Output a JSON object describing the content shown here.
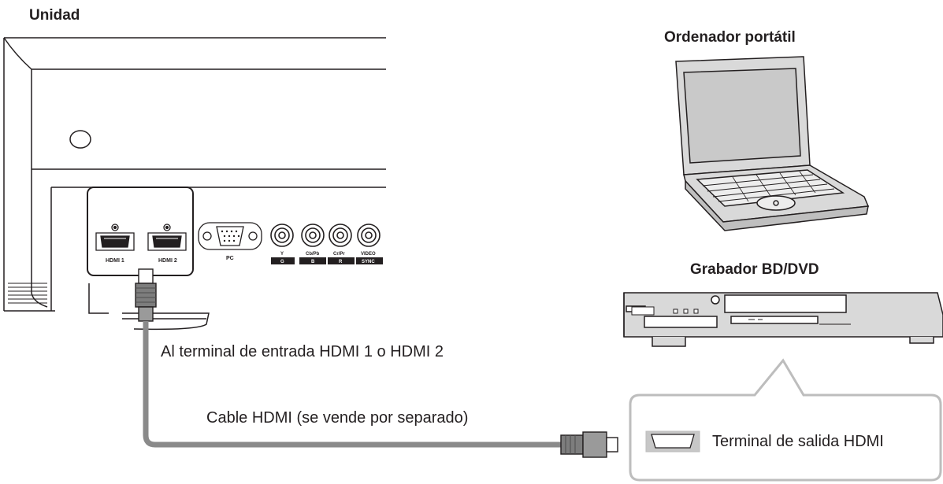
{
  "labels": {
    "unit": "Unidad",
    "laptop": "Ordenador portátil",
    "recorder": "Grabador BD/DVD",
    "input_terminal": "Al terminal de entrada HDMI 1 o HDMI 2",
    "cable": "Cable HDMI (se vende por separado)",
    "output_terminal": "Terminal de salida HDMI"
  },
  "ports": {
    "hdmi1": "HDMI 1",
    "hdmi2": "HDMI 2",
    "pc": "PC",
    "y_top": "Y",
    "y_bottom": "G",
    "cb_top": "Cb/Pb",
    "cb_bottom": "B",
    "cr_top": "Cr/Pr",
    "cr_bottom": "R",
    "video_top": "VIDEO",
    "video_bottom": "SYNC"
  },
  "colors": {
    "line": "#231f20",
    "cable": "#8a8a8a",
    "callout_border": "#bdbdbd",
    "device_gray": "#d9d9d9",
    "screen_gray": "#c9c9c9"
  }
}
